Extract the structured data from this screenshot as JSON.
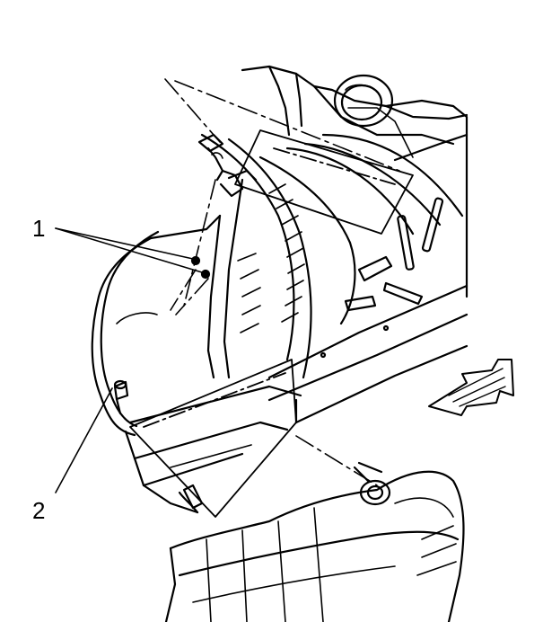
{
  "callouts": [
    {
      "id": "1",
      "label": "1"
    },
    {
      "id": "2",
      "label": "2"
    }
  ],
  "colors": {
    "line": "#000000",
    "background": "#ffffff",
    "detail_fill": "#d9d9d9"
  },
  "icons": {
    "direction_arrow": "forward-arrow-icon"
  }
}
